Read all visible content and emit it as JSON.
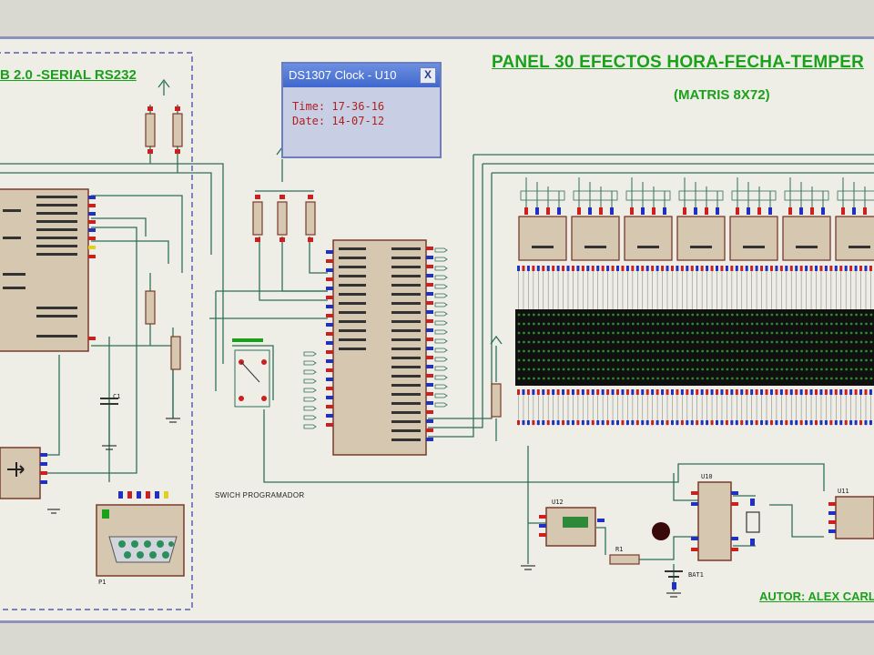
{
  "titles": {
    "main": "PANEL 30 EFECTOS HORA-FECHA-TEMPER",
    "sub": "(MATRIS 8X72)",
    "left": "B 2.0 -SERIAL RS232",
    "author": "AUTOR: ALEX CARLO",
    "switch": "SWICH PROGRAMADOR"
  },
  "clock_window": {
    "title": "DS1307 Clock - U10",
    "close": "X",
    "time_label": "Time:",
    "time_value": "17-36-16",
    "date_label": "Date:",
    "date_value": "14-07-12"
  },
  "labels": {
    "c1": "C1",
    "p1": "P1",
    "u12": "U12",
    "u10": "U10",
    "u11": "U11",
    "r1": "R1",
    "bat1": "BAT1"
  },
  "colors": {
    "title": "#1aa01a",
    "wire": "#2f6f5a",
    "chip": "#d6c7b0",
    "matrix_bg": "#101010",
    "led": "#2b8a2b",
    "pin_red": "#cc2020",
    "pin_blue": "#2030c0"
  }
}
